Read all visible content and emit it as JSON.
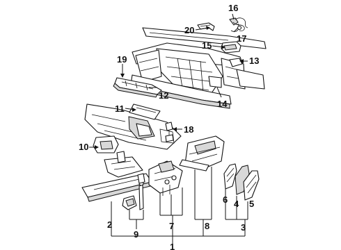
{
  "callouts": [
    {
      "id": "c1",
      "label": "1"
    },
    {
      "id": "c2",
      "label": "2"
    },
    {
      "id": "c3",
      "label": "3"
    },
    {
      "id": "c4",
      "label": "4"
    },
    {
      "id": "c5",
      "label": "5"
    },
    {
      "id": "c6",
      "label": "6"
    },
    {
      "id": "c7",
      "label": "7"
    },
    {
      "id": "c8",
      "label": "8"
    },
    {
      "id": "c9",
      "label": "9"
    },
    {
      "id": "c10",
      "label": "10"
    },
    {
      "id": "c11",
      "label": "11"
    },
    {
      "id": "c12",
      "label": "12"
    },
    {
      "id": "c13",
      "label": "13"
    },
    {
      "id": "c14",
      "label": "14"
    },
    {
      "id": "c15",
      "label": "15"
    },
    {
      "id": "c16",
      "label": "16"
    },
    {
      "id": "c17",
      "label": "17"
    },
    {
      "id": "c18",
      "label": "18"
    },
    {
      "id": "c19",
      "label": "19"
    },
    {
      "id": "c20",
      "label": "20"
    }
  ]
}
